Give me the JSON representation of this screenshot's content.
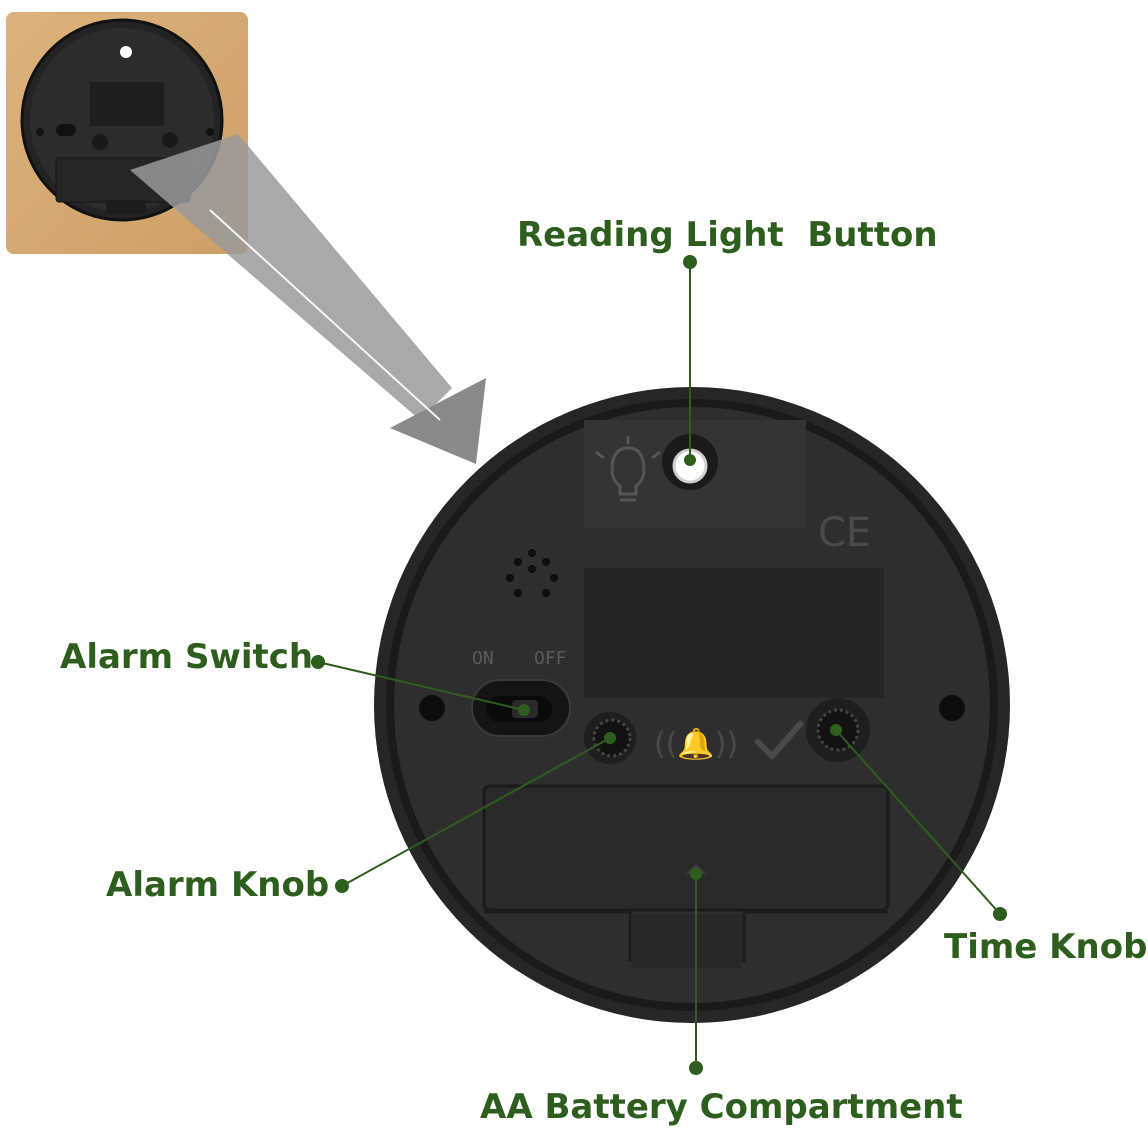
{
  "callouts": {
    "reading_light": "Reading Light  Button",
    "alarm_switch": "Alarm Switch",
    "alarm_knob": "Alarm Knob",
    "time_knob": "Time Knob",
    "battery": "AA Battery Compartment"
  },
  "clock_markings": {
    "switch_on": "ON",
    "switch_off": "OFF",
    "certification": "CE"
  },
  "colors": {
    "callout_text": "#2e5e1e",
    "callout_line": "#2e5e1e",
    "clock_body": "#2a2a2a",
    "wood_backdrop": "#d2a46c",
    "zoom_arrow": "#8e8e8e"
  }
}
